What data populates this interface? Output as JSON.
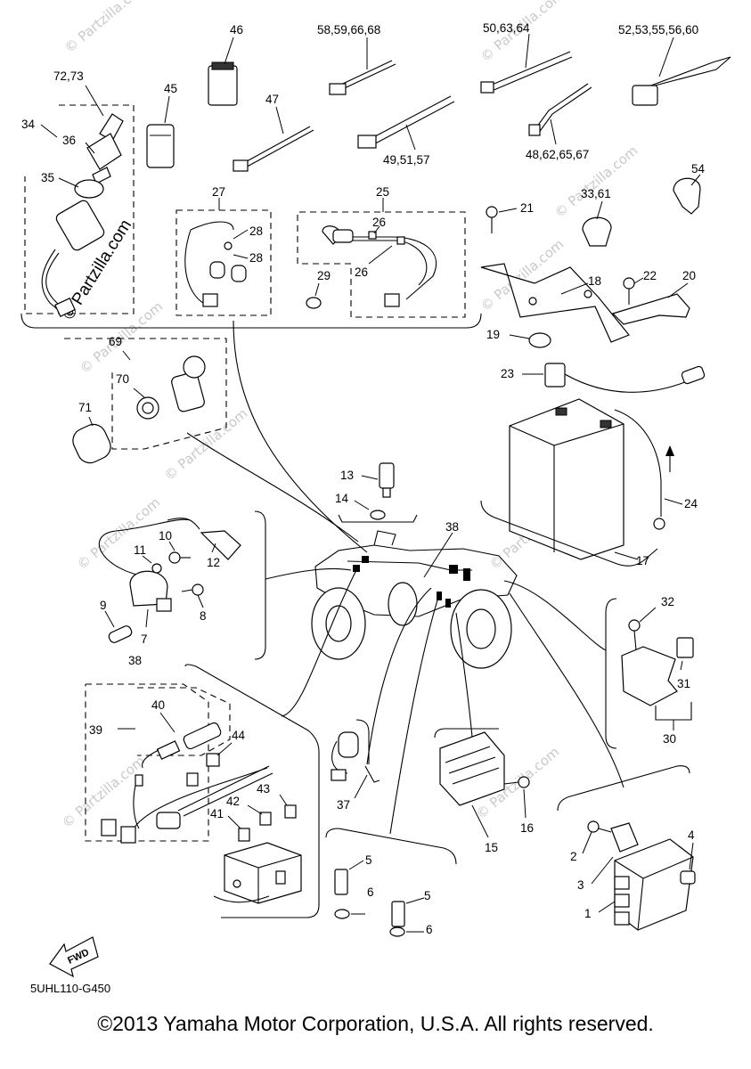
{
  "watermark": "© Partzilla.com",
  "diagram_code": "5UHL110-G450",
  "copyright": "©2013 Yamaha Motor Corporation, U.S.A. All rights reserved.",
  "fwd_label": "FWD",
  "callouts": {
    "c1": "1",
    "c2": "2",
    "c3": "3",
    "c4": "4",
    "c5a": "5",
    "c5b": "5",
    "c6a": "6",
    "c6b": "6",
    "c7": "7",
    "c8": "8",
    "c9": "9",
    "c10": "10",
    "c11": "11",
    "c12": "12",
    "c13": "13",
    "c14": "14",
    "c15": "15",
    "c16": "16",
    "c17": "17",
    "c18": "18",
    "c19": "19",
    "c20": "20",
    "c21": "21",
    "c22": "22",
    "c23": "23",
    "c24": "24",
    "c25": "25",
    "c26a": "26",
    "c26b": "26",
    "c27": "27",
    "c28a": "28",
    "c28b": "28",
    "c29": "29",
    "c30": "30",
    "c31": "31",
    "c32": "32",
    "c33_61": "33,61",
    "c34": "34",
    "c35": "35",
    "c36": "36",
    "c37": "37",
    "c38a": "38",
    "c38b": "38",
    "c39": "39",
    "c40": "40",
    "c41": "41",
    "c42": "42",
    "c43": "43",
    "c44": "44",
    "c45": "45",
    "c46": "46",
    "c47": "47",
    "c48_62": "48,62,65,67",
    "c49_51": "49,51,57",
    "c50_63": "50,63,64",
    "c52_53": "52,53,55,56,60",
    "c54": "54",
    "c58_59": "58,59,66,68",
    "c69": "69",
    "c70": "70",
    "c71": "71",
    "c72_73": "72,73"
  }
}
